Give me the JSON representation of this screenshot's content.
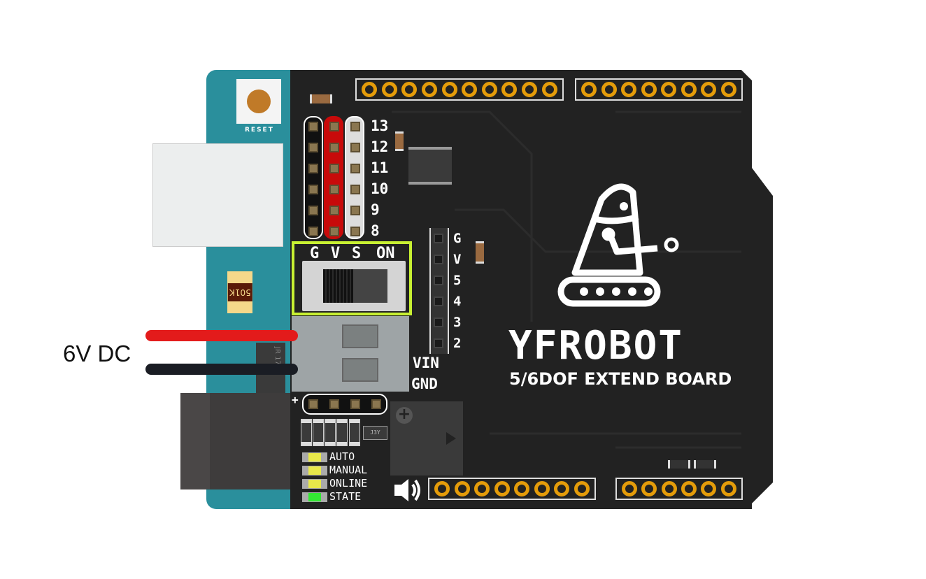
{
  "power_label": "6V DC",
  "reset_label": "RESET",
  "fuse_label": "501K",
  "servo_pins": [
    "13",
    "12",
    "11",
    "10",
    "9",
    "8"
  ],
  "switch_labels": {
    "g": "G",
    "v": "V",
    "s": "S",
    "on": "ON"
  },
  "side_header_pins": [
    "G",
    "V",
    "5",
    "4",
    "3",
    "2"
  ],
  "terminal_labels": {
    "vin": "VIN",
    "gnd": "GND"
  },
  "plus_label": "+",
  "transistor_label": "J3Y",
  "regulator_label": "JR 17-5",
  "leds": [
    {
      "label": "AUTO",
      "color": "#e8e84a"
    },
    {
      "label": "MANUAL",
      "color": "#e8e84a"
    },
    {
      "label": "ONLINE",
      "color": "#e8e84a"
    },
    {
      "label": "STATE",
      "color": "#33e833"
    }
  ],
  "brand": {
    "name": "YFROBOT",
    "subtitle": "5/6DOF EXTEND BOARD"
  },
  "colors": {
    "shield": "#222222",
    "arduino": "#2a8f9c",
    "switch_highlight": "#c8f032",
    "pad": "#e49c0a",
    "wire_red": "#e31b1b",
    "wire_black": "#1a1d24"
  }
}
